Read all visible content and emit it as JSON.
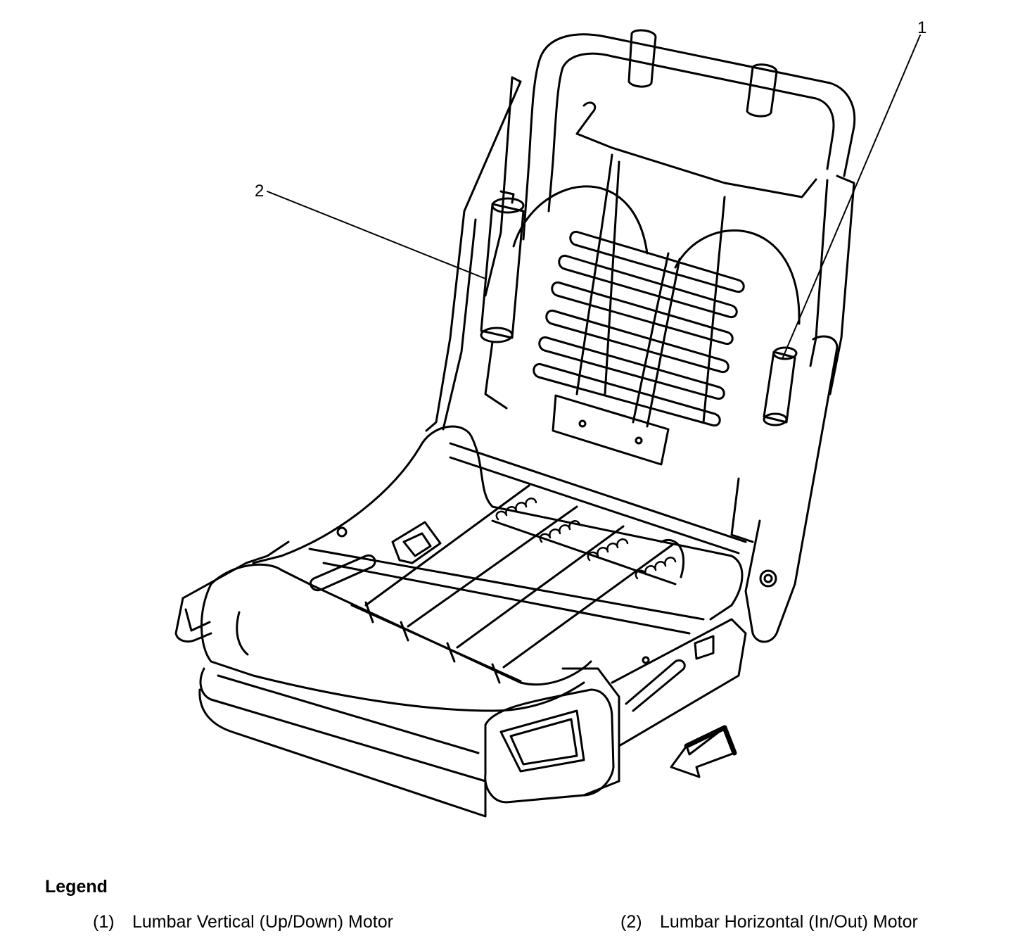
{
  "callouts": {
    "one": "1",
    "two": "2"
  },
  "legend": {
    "title": "Legend",
    "items": [
      {
        "number": "(1)",
        "text": "Lumbar Vertical (Up/Down) Motor"
      },
      {
        "number": "(2)",
        "text": "Lumbar Horizontal (In/Out) Motor"
      }
    ]
  }
}
